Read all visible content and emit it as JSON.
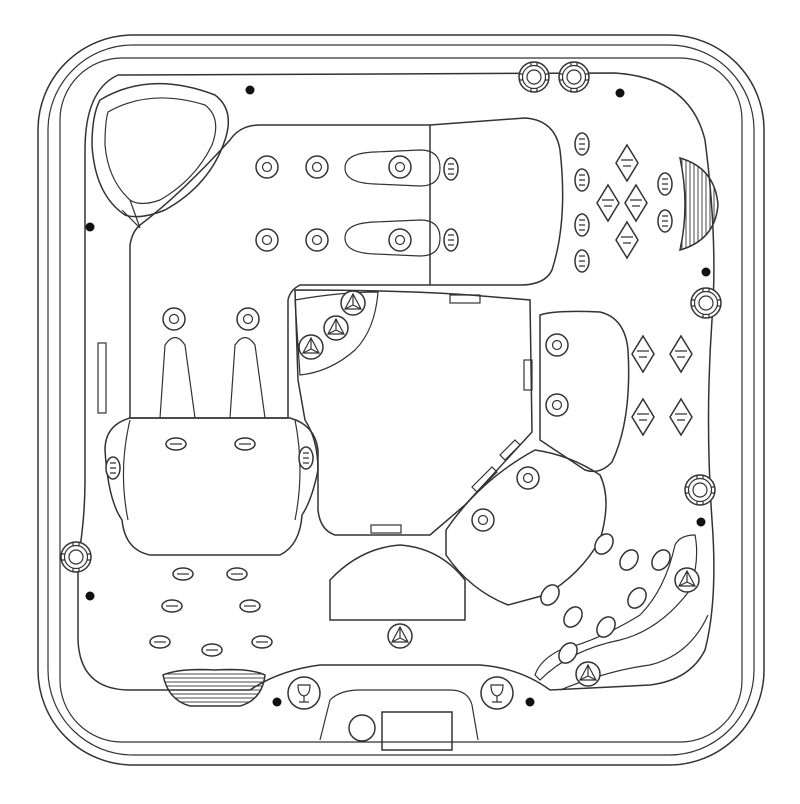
{
  "diagram": {
    "type": "hot-tub-top-view",
    "title": "",
    "has_text_labels": false,
    "line_color": "#333333",
    "background_color": "#ffffff",
    "seats": [
      "corner-lounger-top-left",
      "bench-seat-top",
      "lounger-left-double",
      "bench-seat-right",
      "corner-seat-bottom-right",
      "step-bottom-center"
    ],
    "icons": [
      "control-knob-icon",
      "cup-holder-icon",
      "pillow-icon",
      "jet-icon",
      "footwell-icon",
      "control-panel-icon"
    ]
  }
}
